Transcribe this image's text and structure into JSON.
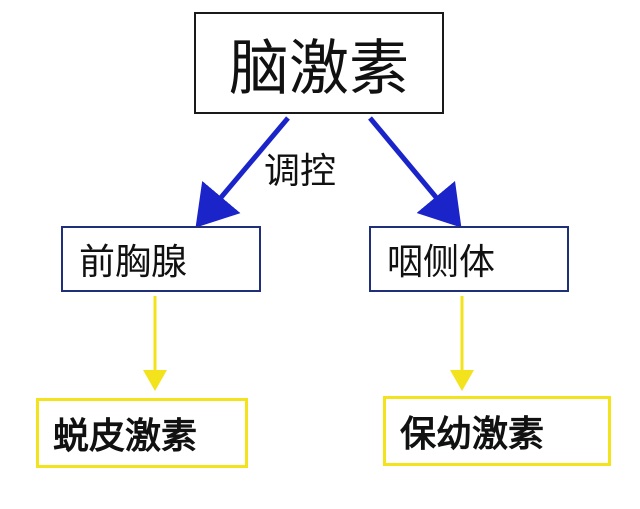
{
  "nodes": {
    "top": {
      "label": "脑激素"
    },
    "mid_left": {
      "label": "前胸腺"
    },
    "mid_right": {
      "label": "咽侧体"
    },
    "bottom_left": {
      "label": "蜕皮激素"
    },
    "bottom_right": {
      "label": "保幼激素"
    }
  },
  "edges": {
    "regulation_label": "调控"
  },
  "colors": {
    "top_border": "#1a1a1a",
    "mid_border": "#1f2f7a",
    "bottom_border": "#f2e31c",
    "blue_arrow": "#1a24c8",
    "yellow_arrow": "#f2e31c"
  }
}
